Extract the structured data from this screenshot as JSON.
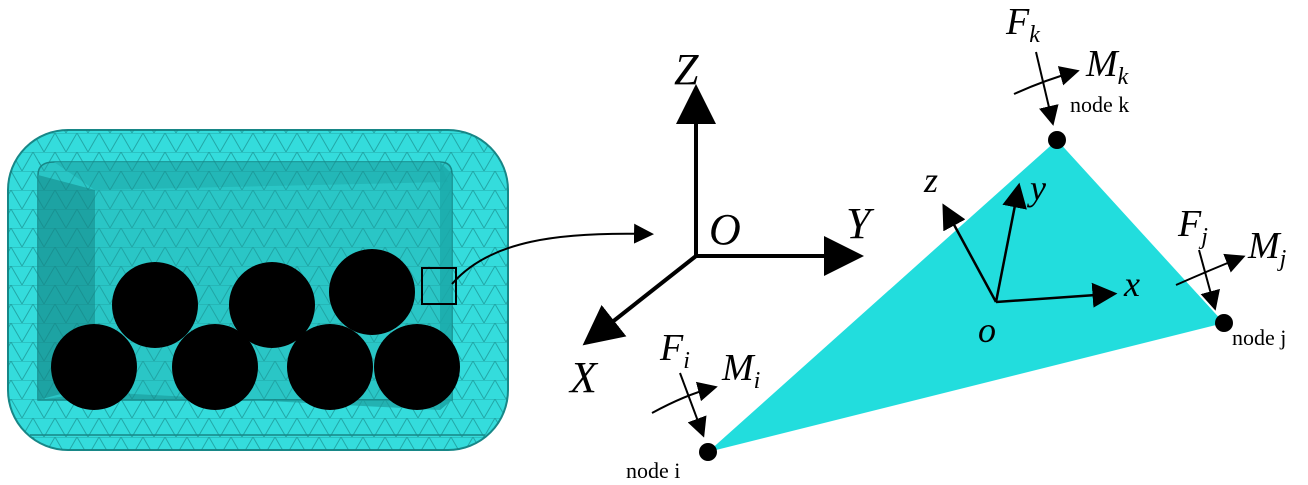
{
  "colors": {
    "mesh_fill": "#33dddd",
    "mesh_shadow": "#1fb0b0",
    "mesh_line": "#157d7d",
    "triangle_fill": "#22dddd",
    "ink": "#000000"
  },
  "global_axes": {
    "z_label": "Z",
    "y_label": "Y",
    "x_label": "X",
    "origin_label": "O"
  },
  "local_axes": {
    "z_label": "z",
    "y_label": "y",
    "x_label": "x",
    "origin_label": "o"
  },
  "nodes": {
    "i": {
      "node_label": "node i",
      "force_label": "F",
      "force_sub": "i",
      "moment_label": "M",
      "moment_sub": "i"
    },
    "j": {
      "node_label": "node j",
      "force_label": "F",
      "force_sub": "j",
      "moment_label": "M",
      "moment_sub": "j"
    },
    "k": {
      "node_label": "node k",
      "force_label": "F",
      "force_sub": "k",
      "moment_label": "M",
      "moment_sub": "k"
    }
  },
  "icons": {
    "circles": "wire-strand-circles",
    "mesh": "triangular-mesh-box",
    "zoom": "zoom-box"
  }
}
